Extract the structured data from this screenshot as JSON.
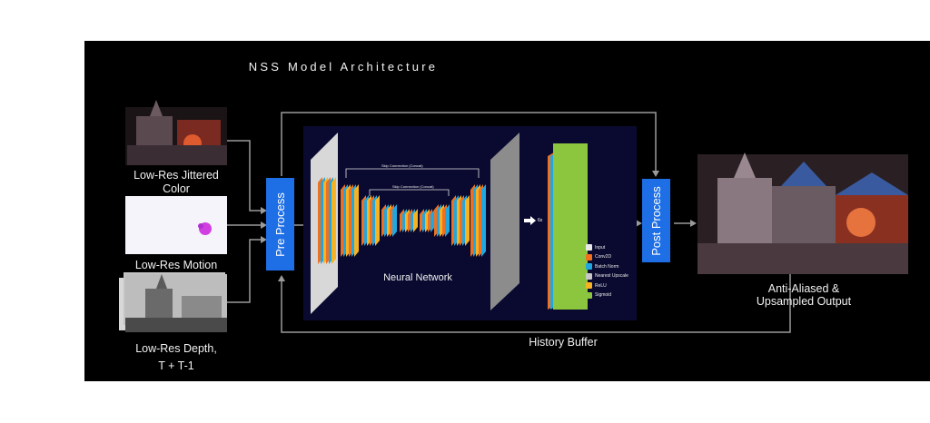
{
  "title": "NSS Model Architecture",
  "inputs": [
    {
      "label_line1": "Low-Res Jittered",
      "label_line2": "Color"
    },
    {
      "label_line1": "Low-Res Motion",
      "label_line2": ""
    },
    {
      "label_line1": "Low-Res Depth,",
      "label_line2": "T + T-1"
    }
  ],
  "pre_process": "Pre Process",
  "post_process": "Post Process",
  "network": {
    "label": "Neural Network",
    "skip_outer": "Skip Connection (Concat)",
    "skip_inner": "Skip Connection (Concat)",
    "times": "6x"
  },
  "legend": [
    {
      "label": "Input",
      "color": "#e8e8e8"
    },
    {
      "label": "Conv2D",
      "color": "#f07020"
    },
    {
      "label": "Batch Norm",
      "color": "#21a7e0"
    },
    {
      "label": "Nearest Upscale",
      "color": "#c8c8c8"
    },
    {
      "label": "ReLU",
      "color": "#f5b324"
    },
    {
      "label": "Sigmoid",
      "color": "#8cc63f"
    }
  ],
  "output": {
    "label_line1": "Anti-Aliased &",
    "label_line2": "Upsampled Output"
  },
  "history_buffer": "History Buffer",
  "colors": {
    "accent_blue": "#1e6fe6",
    "network_bg": "#0a0a30",
    "arrow": "#9a9a9a"
  }
}
